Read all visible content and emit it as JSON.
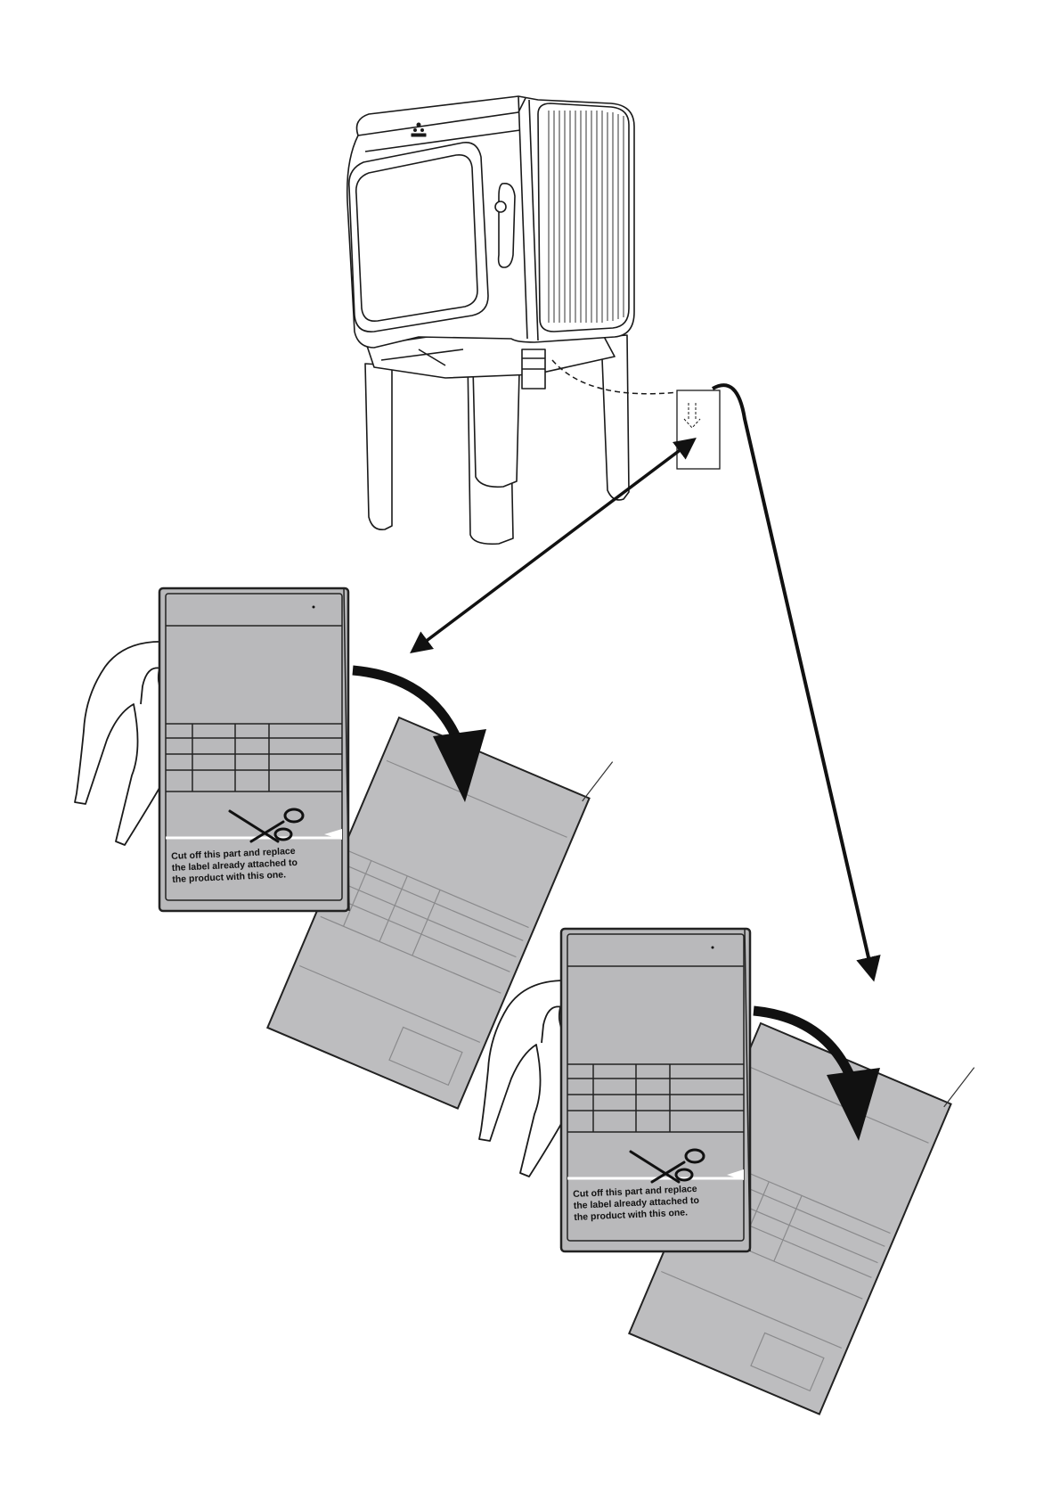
{
  "colors": {
    "label_fill": "#b9b9bb",
    "label_fill_back": "#bdbdbf",
    "line": "#1a1a1a",
    "arrow": "#111111"
  },
  "icons": {
    "stove": "stove-icon",
    "hand": "hand-icon",
    "scissors": "scissors-icon"
  },
  "labels": {
    "front": {
      "instruction_lines": [
        "Cut off this part and replace",
        "the label already attached to",
        "the product with this one."
      ]
    },
    "lower": {
      "instruction_lines": [
        "Cut off this part and replace",
        "the label already attached to",
        "the product with this one."
      ]
    }
  }
}
